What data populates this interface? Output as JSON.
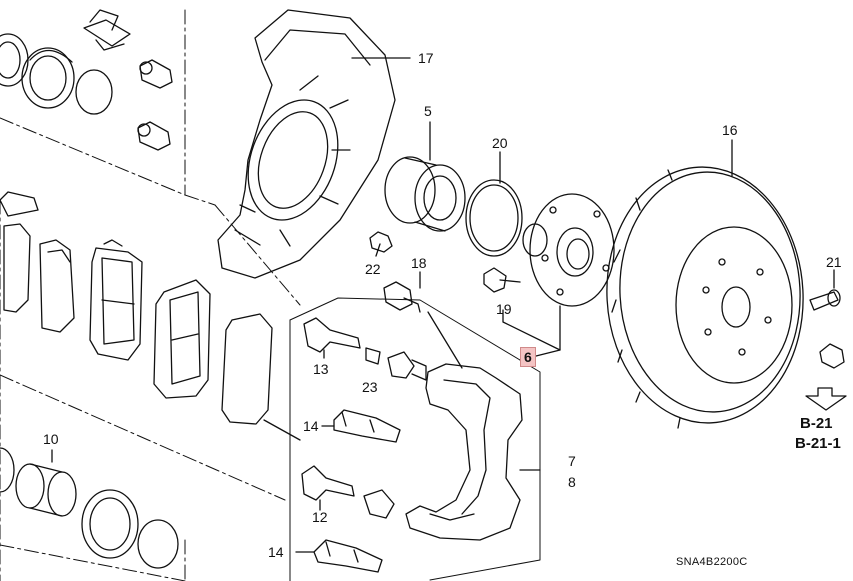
{
  "diagram": {
    "labels": [
      {
        "id": "17",
        "text": "17"
      },
      {
        "id": "5",
        "text": "5"
      },
      {
        "id": "20",
        "text": "20"
      },
      {
        "id": "16",
        "text": "16"
      },
      {
        "id": "22",
        "text": "22"
      },
      {
        "id": "18",
        "text": "18"
      },
      {
        "id": "21",
        "text": "21"
      },
      {
        "id": "19",
        "text": "19"
      },
      {
        "id": "6",
        "text": "6",
        "highlight": true
      },
      {
        "id": "13",
        "text": "13"
      },
      {
        "id": "23",
        "text": "23"
      },
      {
        "id": "10",
        "text": "10"
      },
      {
        "id": "14a",
        "text": "14"
      },
      {
        "id": "7",
        "text": "7"
      },
      {
        "id": "8",
        "text": "8"
      },
      {
        "id": "12",
        "text": "12"
      },
      {
        "id": "14b",
        "text": "14"
      }
    ],
    "references": [
      "B-21",
      "B-21-1"
    ],
    "drawing_code": "SNA4B2200C",
    "highlight_color": "#f4c4c4"
  }
}
